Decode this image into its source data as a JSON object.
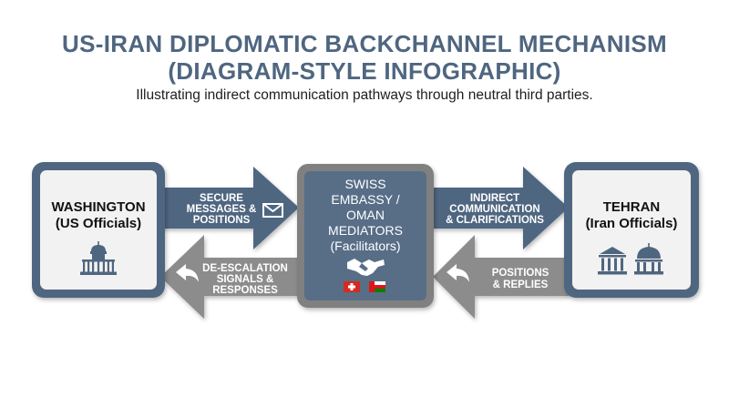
{
  "title_line1": "US-IRAN DIPLOMATIC BACKCHANNEL MECHANISM",
  "title_line2": "(DIAGRAM-STYLE INFOGRAPHIC)",
  "subtitle": "Illustrating indirect communication pathways through neutral third parties.",
  "colors": {
    "title": "#4f6680",
    "node_border": "#4f6680",
    "node_fill": "#f2f2f2",
    "forward_arrow": "#4f6680",
    "return_arrow": "#8c8c8c",
    "mediator_fill": "#586e87",
    "mediator_border": "#808080"
  },
  "washington": {
    "line1": "WASHINGTON",
    "line2": "(US Officials)",
    "icon": "capitol-icon"
  },
  "tehran": {
    "line1": "TEHRAN",
    "line2": "(Iran Officials)",
    "icons": [
      "government-building-icon",
      "mosque-dome-icon"
    ]
  },
  "mediator": {
    "line1": "SWISS",
    "line2": "EMBASSY /",
    "line3": "OMAN",
    "line4": "MEDIATORS",
    "line5": "(Facilitators)",
    "icons": [
      "handshake-icon",
      "swiss-flag-icon",
      "oman-flag-icon"
    ]
  },
  "arrows": {
    "wash_to_med": {
      "line1": "SECURE",
      "line2": "MESSAGES &",
      "line3": "POSITIONS",
      "icon": "envelope-icon"
    },
    "med_to_tehran": {
      "line1": "INDIRECT",
      "line2": "COMMUNICATION",
      "line3": "& CLARIFICATIONS"
    },
    "tehran_to_med": {
      "line1": "POSITIONS",
      "line2": "& REPLIES",
      "icon": "reply-icon"
    },
    "med_to_wash": {
      "line1": "DE-ESCALATION",
      "line2": "SIGNALS &",
      "line3": "RESPONSES",
      "icon": "reply-icon"
    }
  }
}
